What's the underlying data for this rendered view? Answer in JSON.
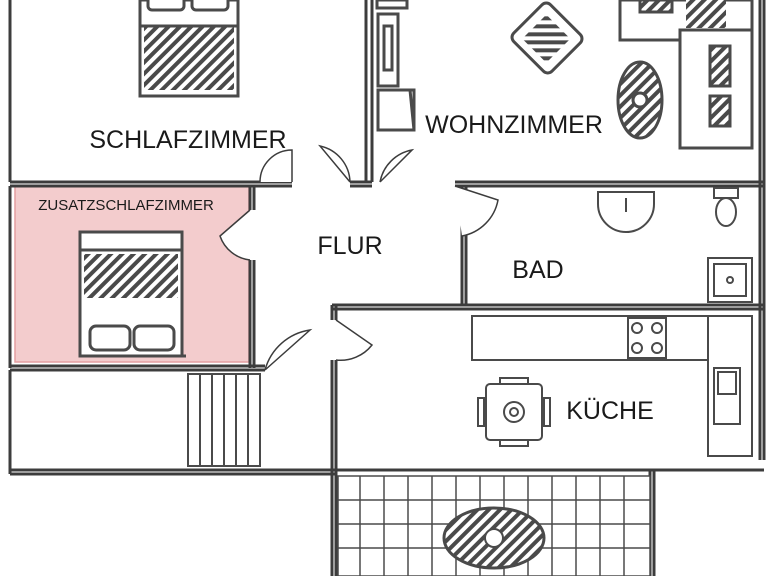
{
  "plan": {
    "colors": {
      "wall": "#3c3c3c",
      "highlight_fill": "#f3cccd",
      "highlight_stroke": "#e39ea0",
      "furniture": "#4a4a4a",
      "background": "#ffffff"
    },
    "rooms": {
      "schlafzimmer": "SCHLAFZIMMER",
      "wohnzimmer": "WOHNZIMMER",
      "zusatzschlafzimmer": "ZUSATZSCHLAFZIMMER",
      "flur": "FLUR",
      "bad": "BAD",
      "kueche": "KÜCHE"
    },
    "highlighted_room": "zusatzschlafzimmer"
  }
}
